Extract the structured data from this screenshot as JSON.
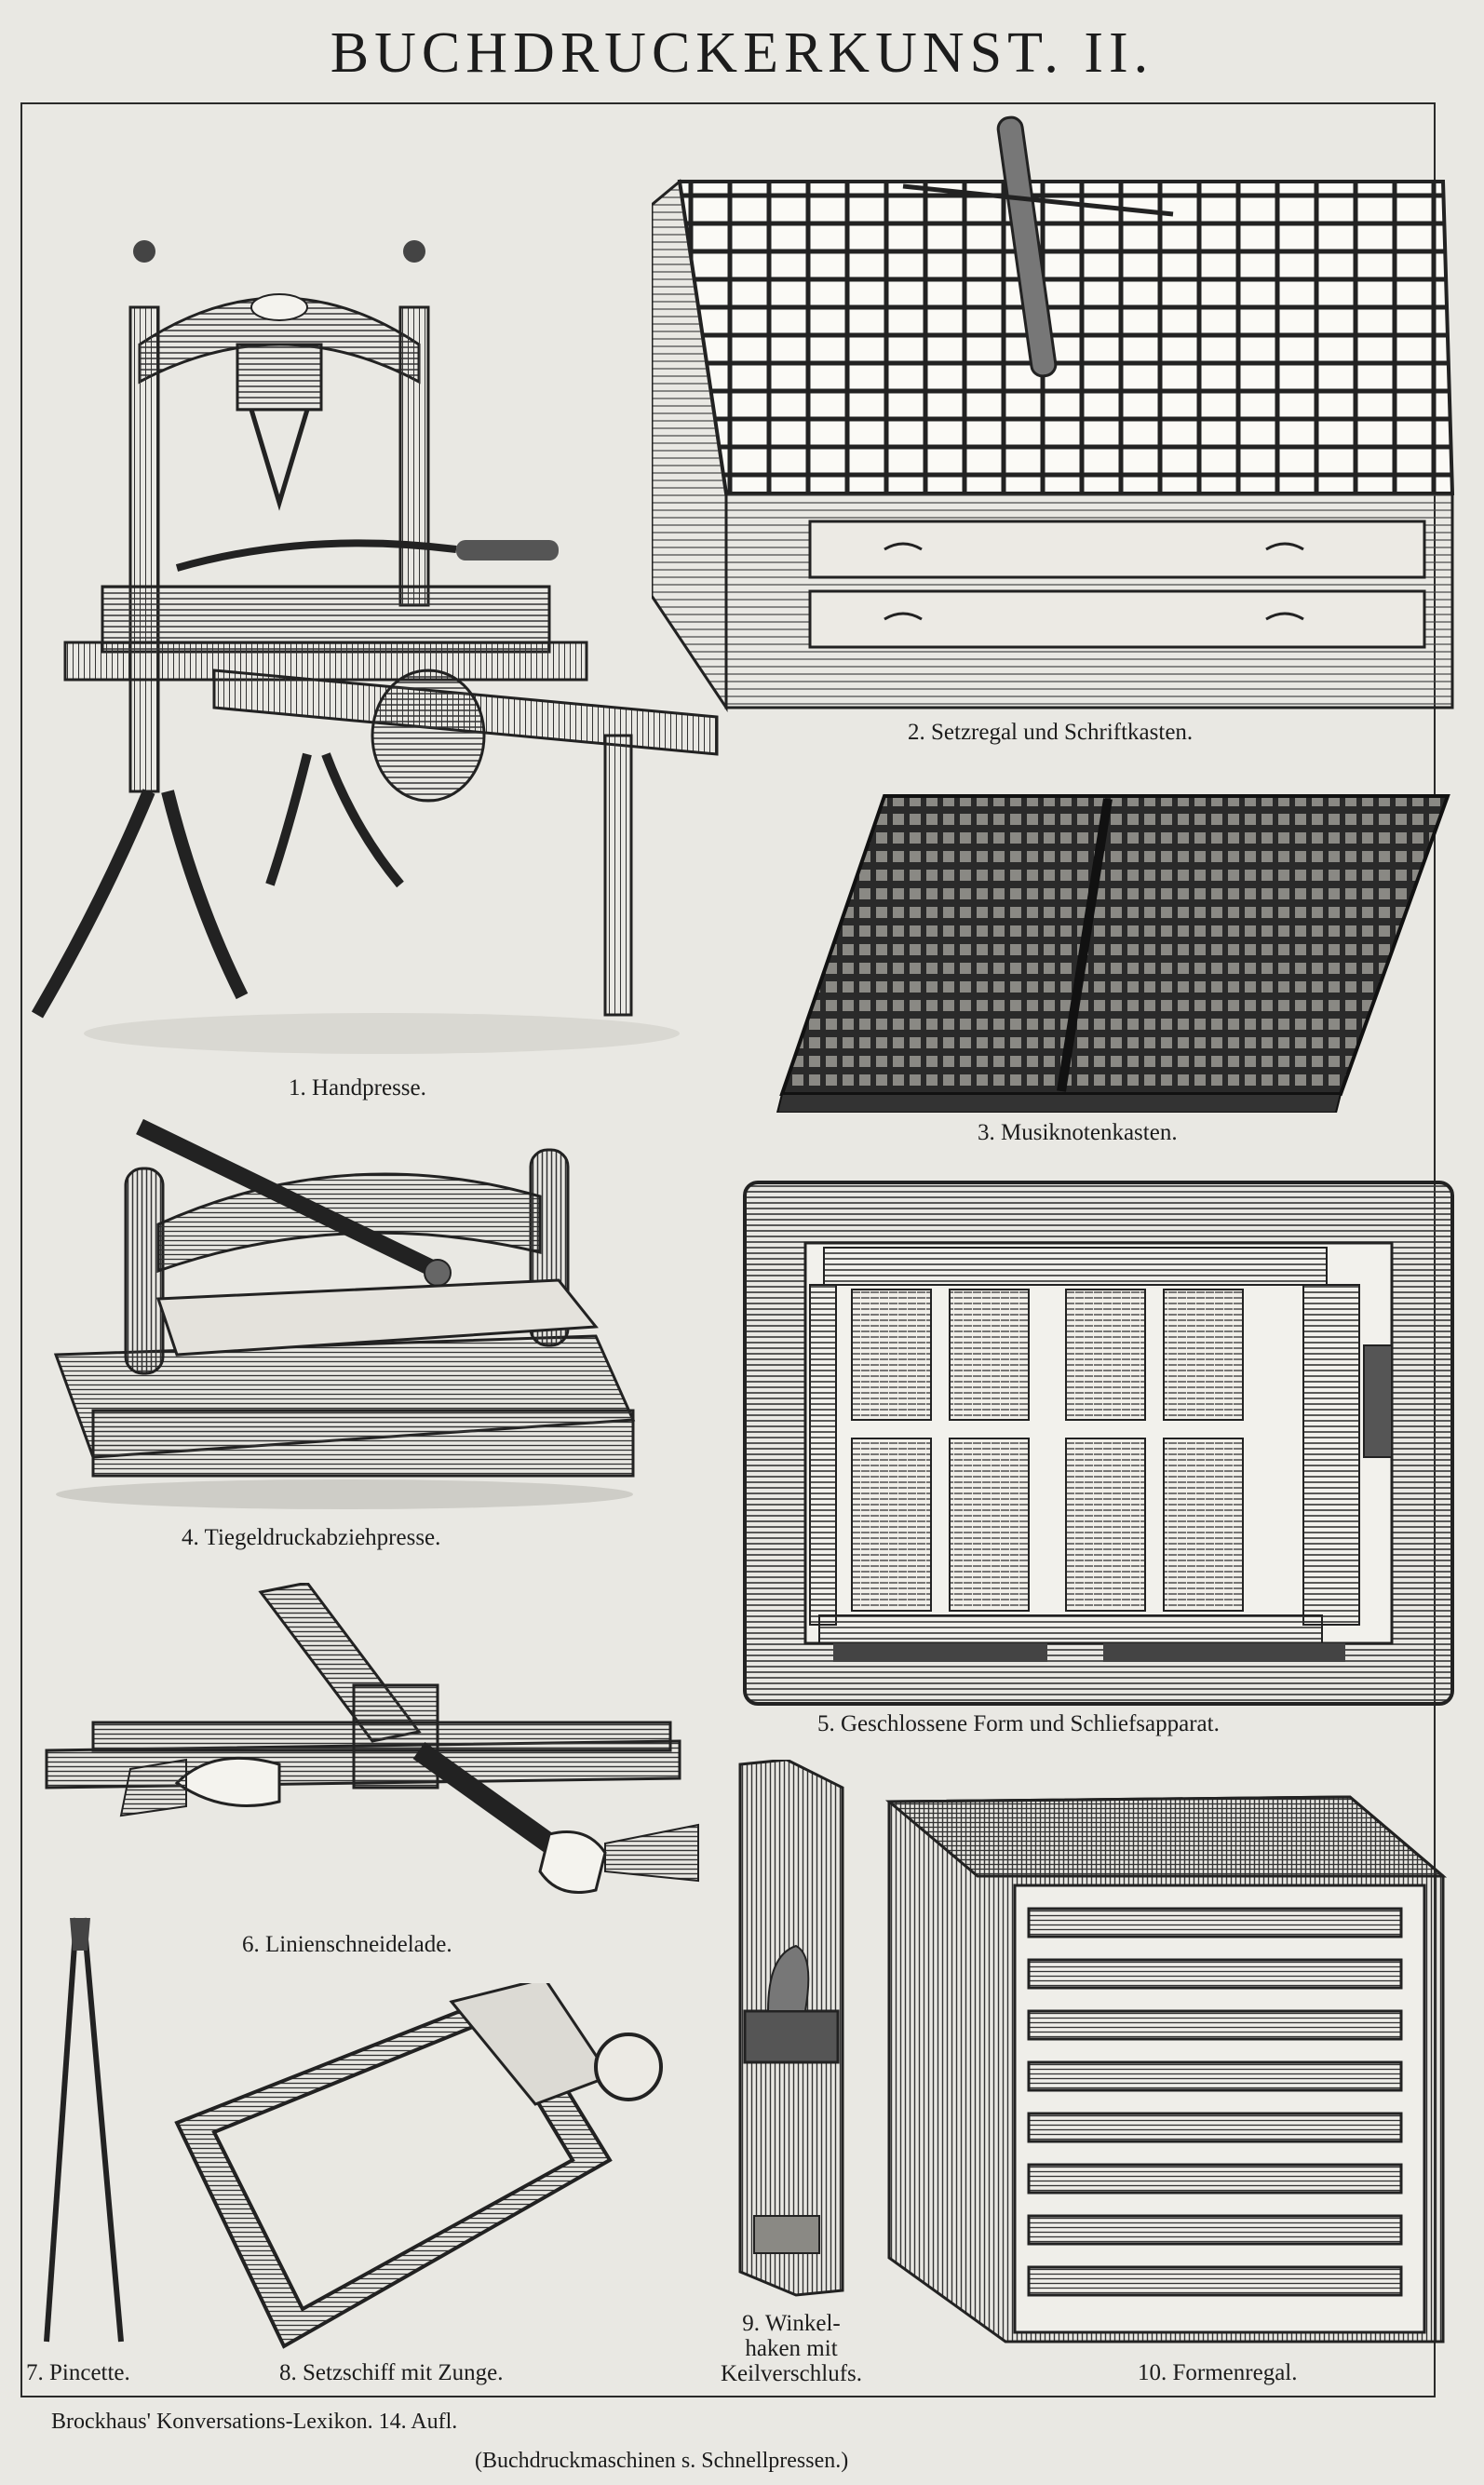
{
  "plate": {
    "title": "BUCHDRUCKERKUNST. II."
  },
  "figures": {
    "fig1": "1. Handpresse.",
    "fig2": "2. Setzregal und Schriftkasten.",
    "fig3": "3. Musiknotenkasten.",
    "fig4": "4. Tiegeldruckabziehpresse.",
    "fig5": "5. Geschlossene Form und Schliefsapparat.",
    "fig6": "6. Linienschneidelade.",
    "fig7": "7. Pincette.",
    "fig8": "8. Setzschiff mit Zunge.",
    "fig9_line1": "9. Winkel-",
    "fig9_line2": "haken mit",
    "fig9_line3": "Keilverschlufs.",
    "fig10": "10. Formenregal."
  },
  "footer": {
    "source": "Brockhaus' Konversations-Lexikon. 14. Aufl.",
    "note": "(Buchdruckmaschinen s. Schnellpressen.)"
  }
}
